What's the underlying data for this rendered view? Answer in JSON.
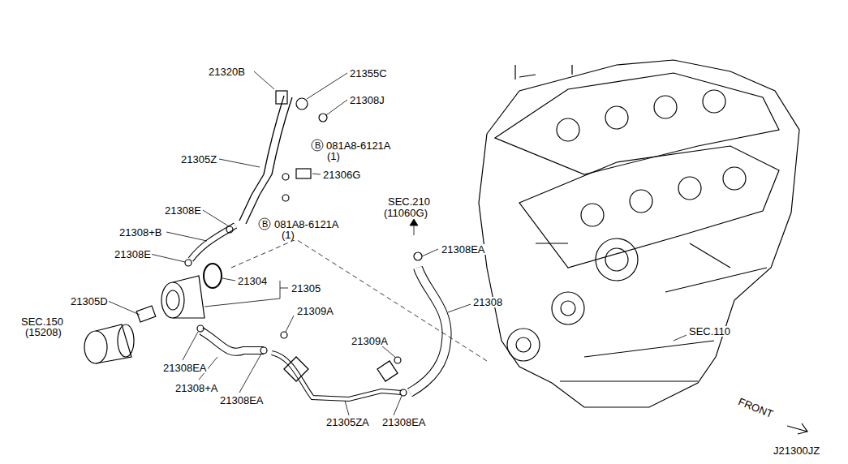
{
  "diagram": {
    "labels": [
      "21320B",
      "21355C",
      "21308J",
      "21305Z",
      "B",
      "081A8-6121A",
      "(1)",
      "21306G",
      "21308E",
      "B",
      "081A8-6121A",
      "(1)",
      "21308+B",
      "21308E",
      "SEC.210",
      "(11060G)",
      "21308EA",
      "21304",
      "21305",
      "21305D",
      "SEC.150",
      "(15208)",
      "21309A",
      "21308EA",
      "21308+A",
      "21308EA",
      "21309A",
      "21308",
      "SEC.110",
      "21305ZA",
      "21308EA",
      "FRONT",
      "J21300JZ"
    ]
  }
}
